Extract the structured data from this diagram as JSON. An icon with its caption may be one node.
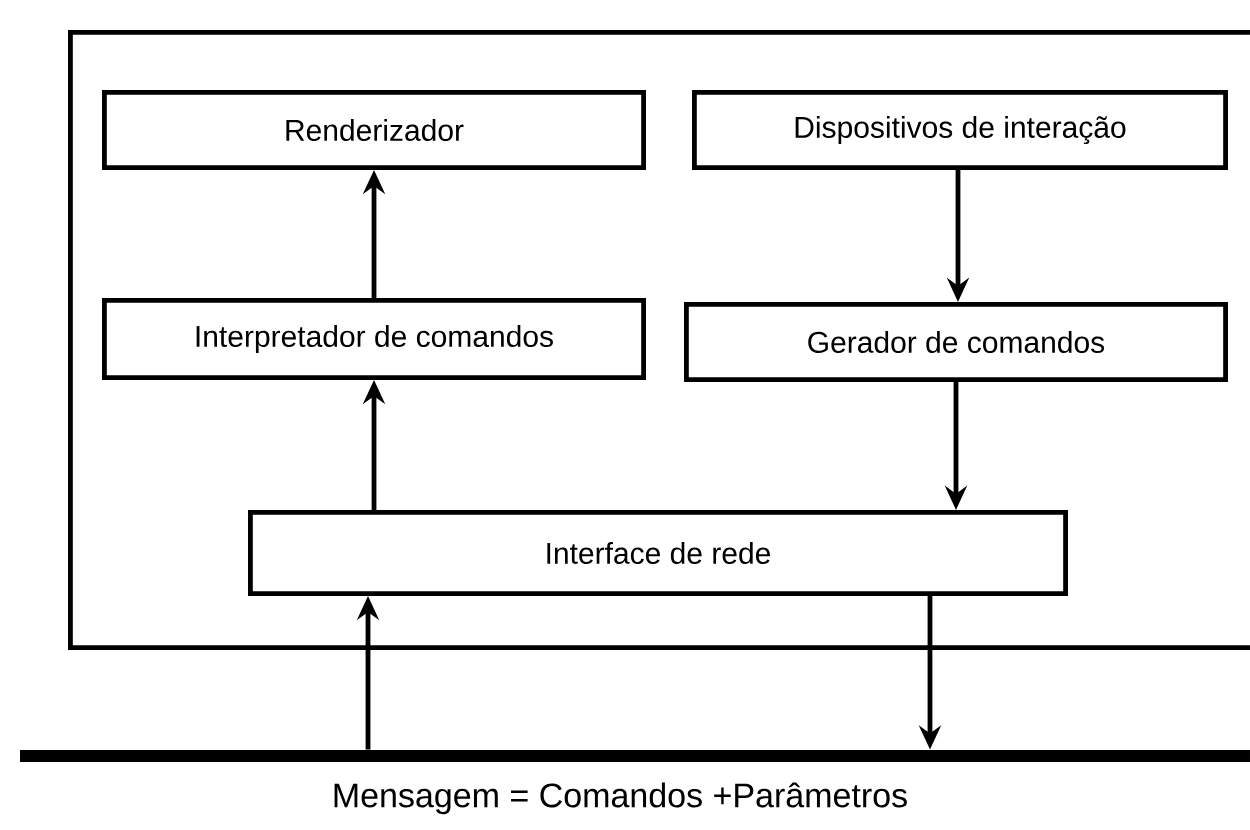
{
  "diagram": {
    "nodes": [
      {
        "text": [],
        "shape": "box"
      },
      {
        "text": [
          "Renderizador"
        ],
        "in": 0
      },
      {
        "text": [
          "Dispositivos de interação"
        ],
        "in": 0
      },
      {
        "text": [
          "Interpretador de comandos"
        ],
        "in": 0
      },
      {
        "text": [
          "Gerador de comandos"
        ],
        "in": 0
      },
      {
        "text": [
          "Interface de rede"
        ],
        "in": 0
      },
      {
        "text": [],
        "shape": "bar",
        "beside": [
          "Mensagem = Comandos +Parâmetros"
        ]
      }
    ],
    "edges": [
      {
        "from": 3,
        "to": 1,
        "arrow": "to"
      },
      {
        "from": 2,
        "to": 4,
        "arrow": "to"
      },
      {
        "from": 4,
        "to": 5,
        "arrow": "to"
      },
      {
        "from": 5,
        "to": 3,
        "arrow": "to"
      },
      {
        "from": 6,
        "to": 5,
        "arrow": "to"
      },
      {
        "from": 5,
        "to": 6,
        "arrow": "to"
      }
    ]
  }
}
